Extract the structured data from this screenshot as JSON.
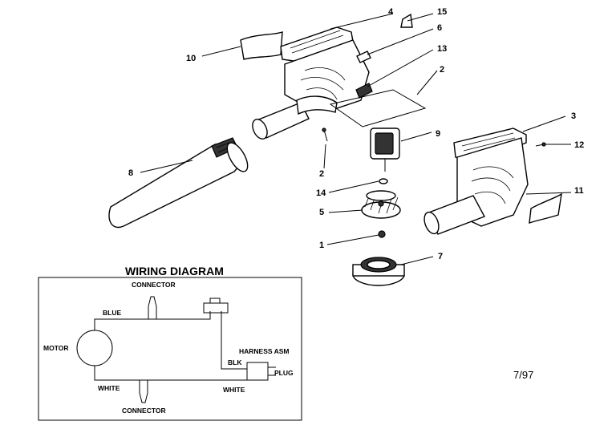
{
  "callouts": {
    "c4": "4",
    "c15": "15",
    "c6": "6",
    "c13": "13",
    "c2a": "2",
    "c10": "10",
    "c3": "3",
    "c12": "12",
    "c9": "9",
    "c8": "8",
    "c2b": "2",
    "c11": "11",
    "c14": "14",
    "c5": "5",
    "c1": "1",
    "c7": "7"
  },
  "wiring": {
    "title": "WIRING DIAGRAM",
    "connector_top": "CONNECTOR",
    "connector_bottom": "CONNECTOR",
    "blue": "BLUE",
    "motor": "MOTOR",
    "harness": "HARNESS ASM",
    "blk": "BLK",
    "plug": "PLUG",
    "white_left": "WHITE",
    "white_right": "WHITE"
  },
  "date_mark": "7/97"
}
